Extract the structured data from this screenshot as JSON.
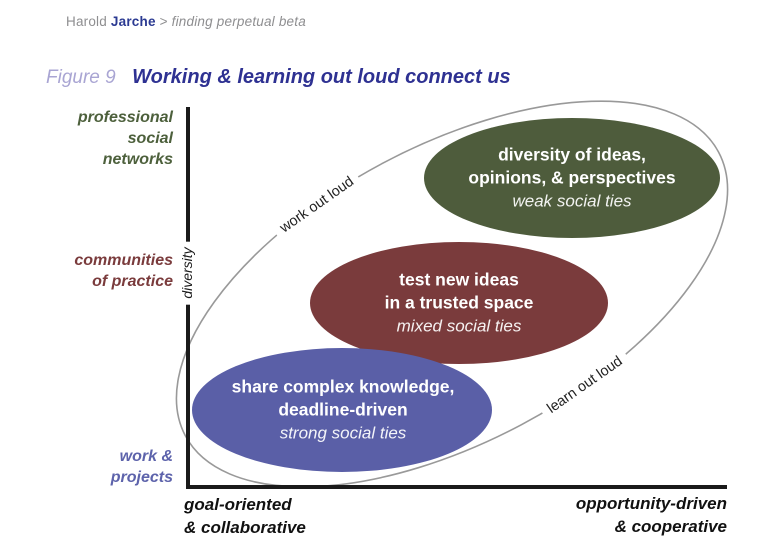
{
  "header": {
    "author_first": "Harold",
    "author_last": "Jarche",
    "separator": ">",
    "site": "finding perpetual beta"
  },
  "figure": {
    "label": "Figure 9",
    "title": "Working & learning out loud connect us"
  },
  "colors": {
    "green": "#4e5c3c",
    "maroon": "#7a3b3c",
    "blue": "#5a5fa7",
    "navy_title": "#2e3192",
    "figure_label": "#a9a5d3",
    "header_gray": "#8e8e90",
    "header_navy": "#2b3a92",
    "axis": "#1a1a1a",
    "loop_line": "#999999"
  },
  "y_axis": {
    "label": "diversity",
    "ticks": [
      {
        "id": "professional-social-networks",
        "lines": [
          "professional",
          "social",
          "networks"
        ]
      },
      {
        "id": "communities-of-practice",
        "lines": [
          "communities",
          "of practice"
        ]
      },
      {
        "id": "work-and-projects",
        "lines": [
          "work &",
          "projects"
        ]
      }
    ]
  },
  "x_axis": {
    "left_lines": [
      "goal-oriented",
      "& collaborative"
    ],
    "right_lines": [
      "opportunity-driven",
      "& cooperative"
    ]
  },
  "loop": {
    "upper_label": "work out loud",
    "lower_label": "learn out loud"
  },
  "ellipses": [
    {
      "id": "professional-social-networks",
      "main_lines": [
        "diversity of ideas,",
        "opinions, & perspectives"
      ],
      "sub": "weak social ties",
      "color": "#4e5c3c"
    },
    {
      "id": "communities-of-practice",
      "main_lines": [
        "test new ideas",
        "in a trusted space"
      ],
      "sub": "mixed social ties",
      "color": "#7a3b3c"
    },
    {
      "id": "work-and-projects",
      "main_lines": [
        "share complex knowledge,",
        "deadline-driven"
      ],
      "sub": "strong social ties",
      "color": "#5a5fa7"
    }
  ]
}
